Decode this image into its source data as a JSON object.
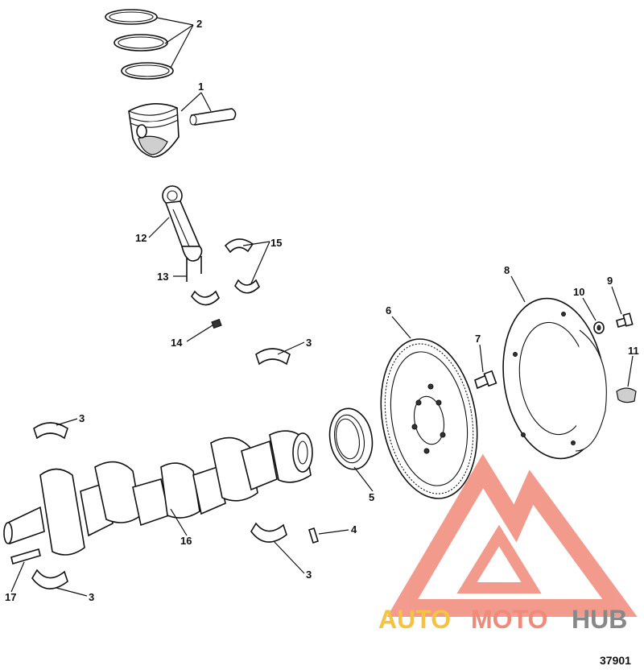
{
  "callouts": [
    {
      "id": "c2",
      "text": "2"
    },
    {
      "id": "c1",
      "text": "1"
    },
    {
      "id": "c12",
      "text": "12"
    },
    {
      "id": "c15",
      "text": "15"
    },
    {
      "id": "c13",
      "text": "13"
    },
    {
      "id": "c14",
      "text": "14"
    },
    {
      "id": "c3a",
      "text": "3"
    },
    {
      "id": "c3b",
      "text": "3"
    },
    {
      "id": "c3c",
      "text": "3"
    },
    {
      "id": "c3d",
      "text": "3"
    },
    {
      "id": "c16",
      "text": "16"
    },
    {
      "id": "c17",
      "text": "17"
    },
    {
      "id": "c4",
      "text": "4"
    },
    {
      "id": "c5",
      "text": "5"
    },
    {
      "id": "c6",
      "text": "6"
    },
    {
      "id": "c7",
      "text": "7"
    },
    {
      "id": "c8",
      "text": "8"
    },
    {
      "id": "c9",
      "text": "9"
    },
    {
      "id": "c10",
      "text": "10"
    },
    {
      "id": "c11",
      "text": "11"
    }
  ],
  "watermark": {
    "part1": "AUTO",
    "part2": "MOTO",
    "part3": "HUB",
    "color_primary": "#f08a7a",
    "color_secondary": "#f5c242",
    "color_dark": "#888888"
  },
  "reference_number": "37901"
}
